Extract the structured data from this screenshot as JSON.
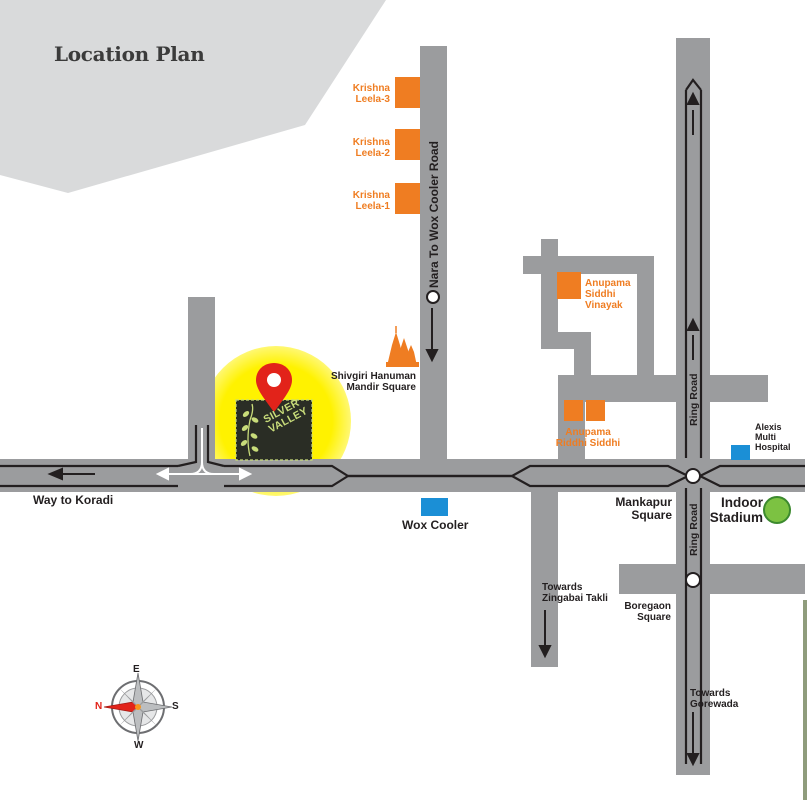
{
  "title": "Location Plan",
  "colors": {
    "road": "#9b9c9e",
    "road_line": "#231f20",
    "landmark": "#ef7d22",
    "facility": "#1b8fd6",
    "stadium": "#7cc242",
    "highlight": "#fff200",
    "pin": "#e2231a",
    "header_shape": "#d9dadb"
  },
  "project": {
    "name_line1": "SILVER",
    "name_line2": "VALLEY"
  },
  "roads": {
    "nara_road": "Nara To Wox Cooler Road",
    "ring_road_north": "Ring Road",
    "ring_road_south": "Ring Road"
  },
  "landmarks": {
    "krishna_leela_3": [
      "Krishna",
      "Leela-3"
    ],
    "krishna_leela_2": [
      "Krishna",
      "Leela-2"
    ],
    "krishna_leela_1": [
      "Krishna",
      "Leela-1"
    ],
    "anupama_siddhi_vinayak": [
      "Anupama",
      "Siddhi",
      "Vinayak"
    ],
    "anupama_riddhi_siddhi": [
      "Anupama",
      "Riddhi Siddhi"
    ],
    "shivgiri_temple": [
      "Shivgiri Hanuman",
      "Mandir Square"
    ],
    "alexis_hospital": [
      "Alexis",
      "Multi",
      "Hospital"
    ],
    "wox_cooler": "Wox Cooler",
    "indoor_stadium": [
      "Indoor",
      "Stadium"
    ],
    "mankapur_square": [
      "Mankapur",
      "Square"
    ],
    "boregaon_square": [
      "Boregaon",
      "Square"
    ],
    "towards_zingabai": [
      "Towards",
      "Zingabai Takli"
    ],
    "towards_gorewada": [
      "Towards",
      "Gorewada"
    ],
    "way_to_koradi": "Way to Koradi"
  },
  "compass": {
    "north": "N",
    "south": "S",
    "east": "E",
    "west": "W"
  }
}
